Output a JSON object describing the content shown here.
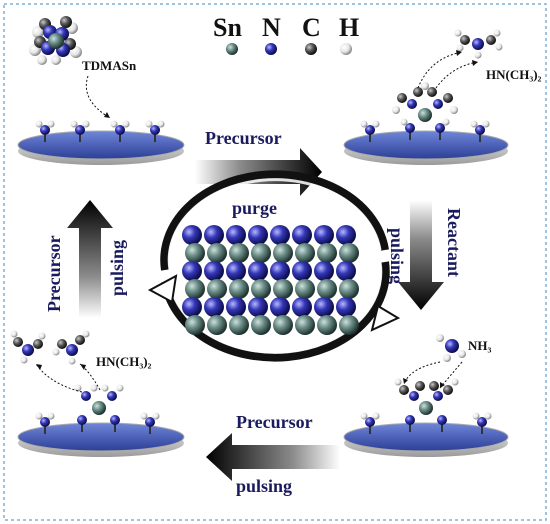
{
  "legend": [
    {
      "symbol": "Sn",
      "color": "#5f7f7a"
    },
    {
      "symbol": "N",
      "color": "#2d2fa8"
    },
    {
      "symbol": "C",
      "color": "#4a4a4a"
    },
    {
      "symbol": "H",
      "color": "#f2f2f2"
    }
  ],
  "labels": {
    "precursor_molecule": "TDMASn",
    "byproduct_top": "HN(CH₃)₂",
    "byproduct_bottom": "HN(CH₃)₂",
    "reactant": "NH₃",
    "top_arrow": [
      "Precursor",
      "purge"
    ],
    "right_arrow": [
      "Reactant",
      "pulsing"
    ],
    "bottom_arrow": [
      "Precursor",
      "pulsing"
    ],
    "left_arrow": [
      "Precursor",
      "pulsing"
    ]
  },
  "colors": {
    "tin": "#5f7f7a",
    "nitrogen": "#2d2fa8",
    "carbon": "#4a4a4a",
    "hydrogen": "#f2f2f2",
    "substrate": "#3d55b8",
    "label": "#1a1a5e",
    "frame": "#7fb0d8"
  }
}
